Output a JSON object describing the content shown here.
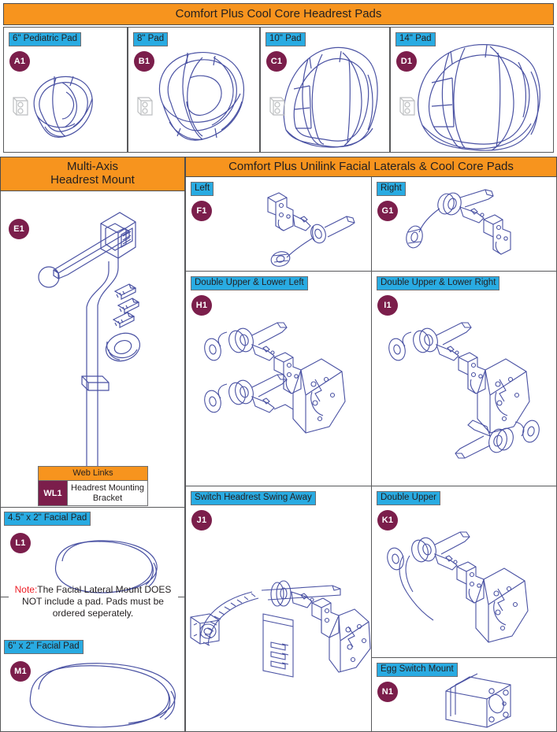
{
  "top_section": {
    "title": "Comfort Plus Cool Core Headrest Pads",
    "cells": [
      {
        "label": "6\" Pediatric Pad",
        "code": "A1",
        "art": "headrest-pad-6in"
      },
      {
        "label": "8\" Pad",
        "code": "B1",
        "art": "headrest-pad-8in"
      },
      {
        "label": "10\" Pad",
        "code": "C1",
        "art": "headrest-pad-10in"
      },
      {
        "label": "14\" Pad",
        "code": "D1",
        "art": "headrest-pad-14in"
      }
    ]
  },
  "left_section": {
    "title_line1": "Multi-Axis",
    "title_line2": "Headrest Mount",
    "mount": {
      "code": "E1",
      "art": "multi-axis-headrest-mount"
    },
    "web_links": {
      "header": "Web Links",
      "rows": [
        {
          "code": "WL1",
          "label": "Headrest Mounting Bracket"
        }
      ]
    },
    "facial_pads": [
      {
        "label": "4.5\" x 2\" Facial Pad",
        "code": "L1",
        "art": "facial-pad-small"
      },
      {
        "label": "6\" x 2\" Facial Pad",
        "code": "M1",
        "art": "facial-pad-large"
      }
    ],
    "note": {
      "keyword": "Note:",
      "text": "The Facial Lateral Mount DOES NOT include a pad. Pads must be ordered seperately."
    }
  },
  "right_section": {
    "title": "Comfort Plus Unilink Facial Laterals & Cool Core Pads",
    "cells": [
      {
        "label": "Left",
        "code": "F1",
        "art": "unilink-left"
      },
      {
        "label": "Right",
        "code": "G1",
        "art": "unilink-right"
      },
      {
        "label": "Double Upper & Lower Left",
        "code": "H1",
        "art": "double-upper-lower-left"
      },
      {
        "label": "Double Upper & Lower Right",
        "code": "I1",
        "art": "double-upper-lower-right"
      },
      {
        "label": "Switch Headrest Swing Away",
        "code": "J1",
        "art": "switch-headrest-swing-away"
      },
      {
        "label": "Double Upper",
        "code": "K1",
        "art": "double-upper"
      },
      {
        "label": "Egg Switch Mount",
        "code": "N1",
        "art": "egg-switch-mount"
      }
    ]
  },
  "colors": {
    "header_orange": "#F7941E",
    "chip_blue": "#29ABE2",
    "badge_maroon": "#7B1E4B",
    "line_blue": "#4A52A3",
    "note_red": "#ED1C24",
    "border_gray": "#58595B"
  }
}
